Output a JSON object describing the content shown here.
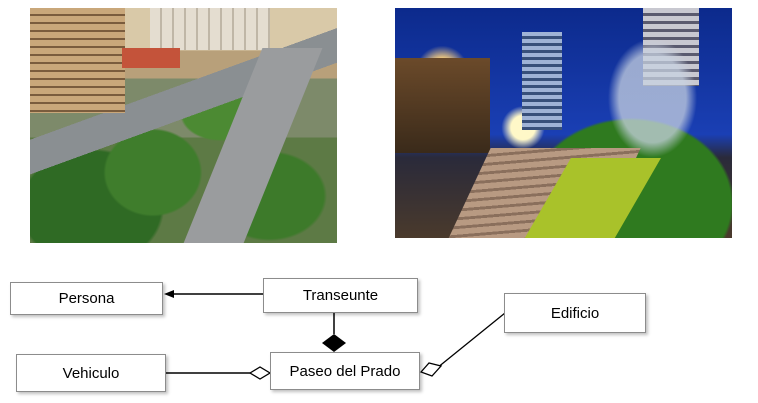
{
  "photos": [
    {
      "name": "aerial view of tree-lined avenue"
    },
    {
      "name": "avenue promenade at night"
    }
  ],
  "uml": {
    "classes": {
      "persona": "Persona",
      "transeunte": "Transeunte",
      "edificio": "Edificio",
      "vehiculo": "Vehiculo",
      "paseo": "Paseo del Prado"
    },
    "relations": [
      {
        "from": "Transeunte",
        "to": "Persona",
        "type": "generalization-arrow"
      },
      {
        "from": "Transeunte",
        "to": "Paseo del Prado",
        "type": "composition"
      },
      {
        "from": "Vehiculo",
        "to": "Paseo del Prado",
        "type": "aggregation"
      },
      {
        "from": "Edificio",
        "to": "Paseo del Prado",
        "type": "aggregation"
      }
    ],
    "colors": {
      "line": "#000000",
      "box_border": "#8c8c8c"
    }
  }
}
